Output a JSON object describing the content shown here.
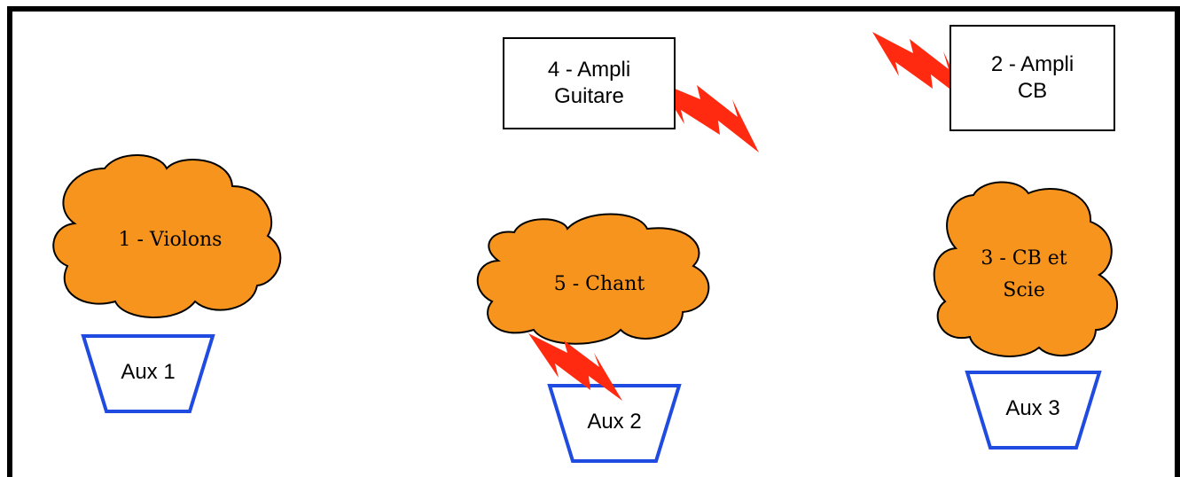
{
  "diagram": {
    "amps": [
      {
        "id": "amp-guitar",
        "lines": [
          "4 - Ampli",
          "Guitare"
        ]
      },
      {
        "id": "amp-cb",
        "lines": [
          "2 - Ampli",
          "CB"
        ]
      }
    ],
    "sources": [
      {
        "id": "violons",
        "lines": [
          "1 - Violons"
        ]
      },
      {
        "id": "chant",
        "lines": [
          "5 - Chant"
        ]
      },
      {
        "id": "cb-scie",
        "lines": [
          "3 - CB et",
          "Scie"
        ]
      }
    ],
    "monitors": [
      {
        "id": "aux1",
        "label": "Aux 1"
      },
      {
        "id": "aux2",
        "label": "Aux 2"
      },
      {
        "id": "aux3",
        "label": "Aux 3"
      }
    ]
  },
  "colors": {
    "cloud_fill": "#F7941D",
    "monitor_stroke": "#1F4BE0",
    "lightning": "#FF2A10",
    "frame": "#000000"
  }
}
